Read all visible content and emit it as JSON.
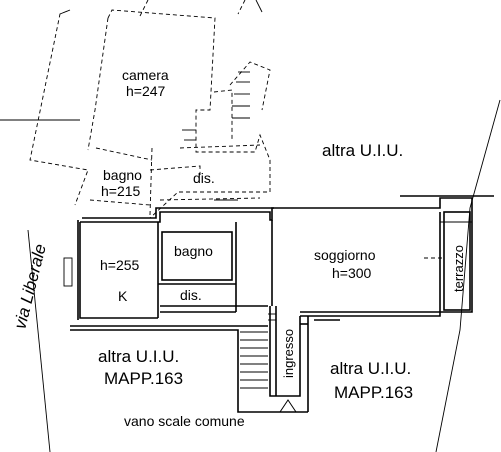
{
  "plan": {
    "labels": {
      "camera": "camera",
      "camera_h": "h=247",
      "bagno_upper": "bagno",
      "bagno_upper_h": "h=215",
      "dis_upper": "dis.",
      "altra_uiu_top": "altra U.I.U.",
      "kitchen_h": "h=255",
      "kitchen_k": "K",
      "bagno_lower": "bagno",
      "dis_lower": "dis.",
      "soggiorno": "soggiorno",
      "soggiorno_h": "h=300",
      "terrazzo": "terrazzo",
      "ingresso": "ingresso",
      "via_liberale": "via Liberale",
      "altra_uiu_left": "altra U.I.U.",
      "mapp_left": "MAPP.163",
      "altra_uiu_right": "altra U.I.U.",
      "mapp_right": "MAPP.163",
      "vano_scale": "vano scale comune"
    }
  }
}
